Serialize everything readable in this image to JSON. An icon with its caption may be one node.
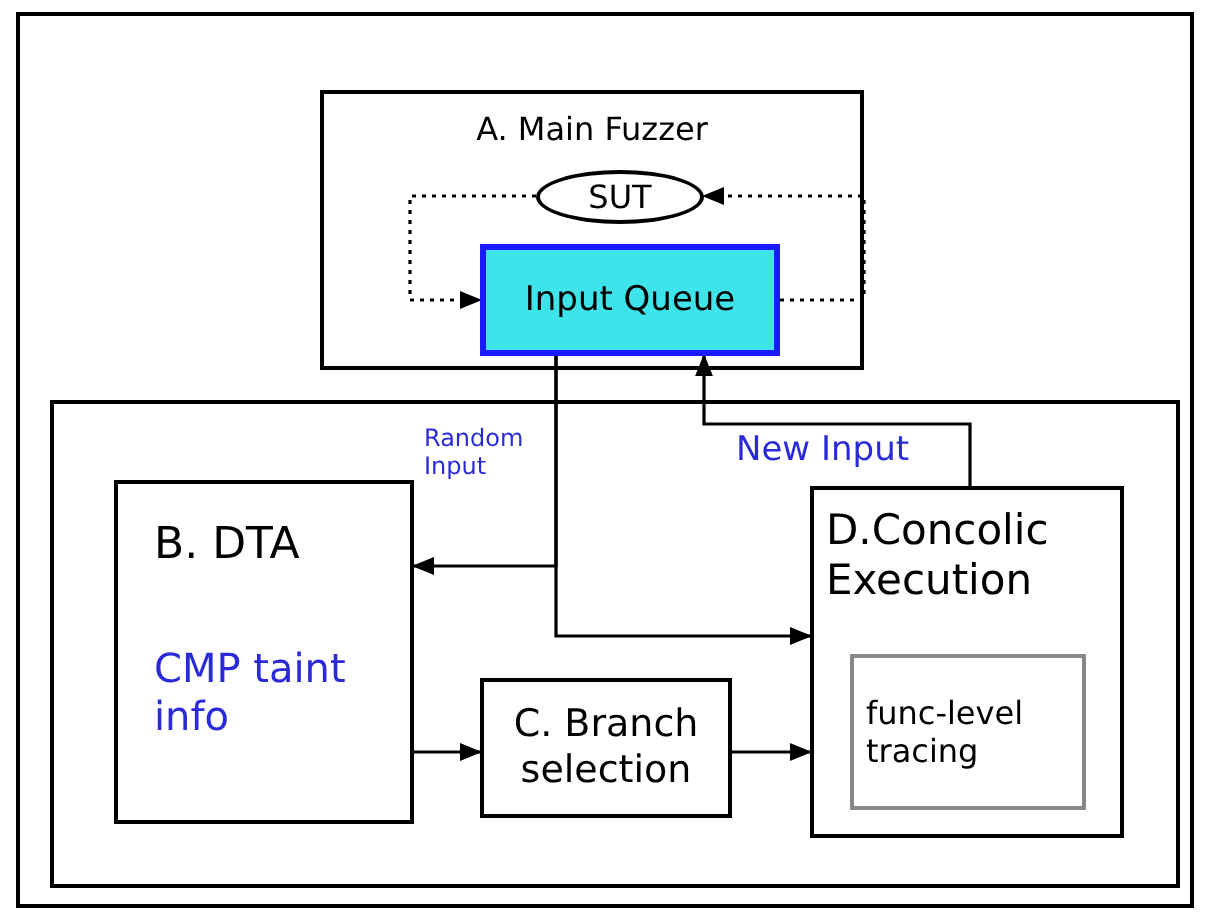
{
  "diagram": {
    "nodes": [
      {
        "text": [],
        "shape": "box"
      },
      {
        "text": [
          "A. Main Fuzzer"
        ],
        "in": 0
      },
      {
        "text": [
          "SUT"
        ],
        "in": 1
      },
      {
        "text": [
          "Input Queue"
        ],
        "in": 1
      },
      {
        "text": [],
        "shape": "box",
        "in": 0
      },
      {
        "text": [
          "B. DTA",
          "CMP taint info"
        ],
        "in": 4
      },
      {
        "text": [
          "C. Branch selection"
        ],
        "in": 4
      },
      {
        "text": [
          "D.Concolic Execution"
        ],
        "in": 4
      },
      {
        "text": [
          "func-level tracing"
        ],
        "in": 7
      }
    ],
    "edges": [
      {
        "from": 2,
        "to": 3,
        "arrow": "to",
        "style": "dashed"
      },
      {
        "from": 3,
        "to": 2,
        "arrow": "to",
        "style": "dashed"
      },
      {
        "from": 3,
        "to": 5,
        "arrow": "to",
        "label": "Random Input"
      },
      {
        "from": 3,
        "to": 7,
        "arrow": "to"
      },
      {
        "from": 7,
        "to": 3,
        "arrow": "to",
        "label": "New Input"
      },
      {
        "from": 5,
        "to": 6,
        "arrow": "to"
      },
      {
        "from": 6,
        "to": 7,
        "arrow": "to"
      }
    ]
  }
}
